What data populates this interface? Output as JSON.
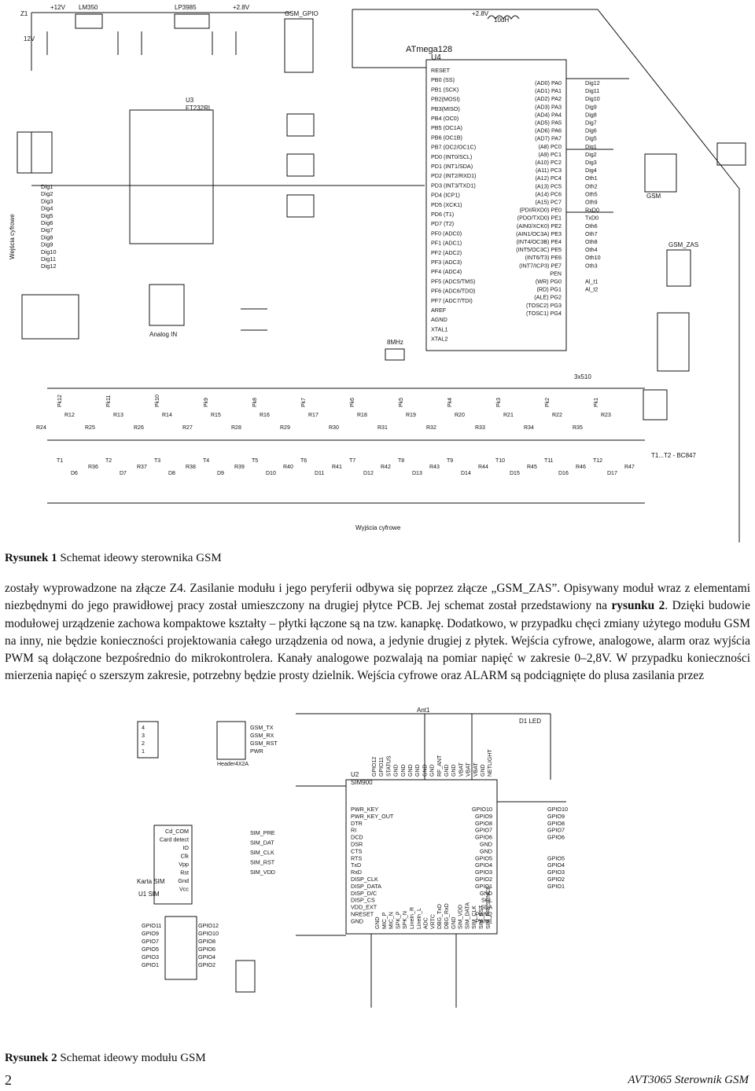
{
  "figure1": {
    "caption_label": "Rysunek 1",
    "caption_text": "Schemat ideowy sterownika GSM",
    "side_label": "Wejścia cyfrowe",
    "bottom_label": "Wyjścia cyfrowe",
    "mcu_name": "ATmega128",
    "mcu_ref": "U4",
    "usb_name": "FT232RL",
    "usb_ref": "U3",
    "reg1": "LM350",
    "reg2": "LP3985",
    "transistor_note": "T1...T2 - BC847",
    "crystal": "8MHz",
    "inductor": "10uH",
    "resarray": "3x510",
    "analog_label": "Analog IN",
    "conn_gsm": "GSM",
    "conn_gsm_zas": "GSM_ZAS",
    "conn_gsm_gpio": "GSM_GPIO",
    "mcu_left_pins": [
      "RESET",
      "PB0 (SS)",
      "PB1 (SCK)",
      "PB2(MOSI)",
      "PB3(MISO)",
      "PB4 (OC0)",
      "PB5 (OC1A)",
      "PB6 (OC1B)",
      "PB7 (OC2/OC1C)",
      "PD0 (INT0/SCL)",
      "PD1 (INT1/SDA)",
      "PD2 (INT2/RXD1)",
      "PD3 (INT3/TXD1)",
      "PD4 (ICP1)",
      "PD5 (XCK1)",
      "PD6 (T1)",
      "PD7 (T2)",
      "PF0 (ADC0)",
      "PF1 (ADC1)",
      "PF2 (ADC2)",
      "PF3 (ADC3)",
      "PF4 (ADC4)",
      "PF5 (ADC5/TMS)",
      "PF6 (ADC6/TDO)",
      "PF7 (ADC7/TDI)",
      "AREF",
      "AGND",
      "XTAL1",
      "XTAL2"
    ],
    "mcu_right_pins": [
      "(AD0) PA0",
      "(AD1) PA1",
      "(AD2) PA2",
      "(AD3) PA3",
      "(AD4) PA4",
      "(AD5) PA5",
      "(AD6) PA6",
      "(AD7) PA7",
      "(A8) PC0",
      "(A9) PC1",
      "(A10) PC2",
      "(A11) PC3",
      "(A12) PC4",
      "(A13) PC5",
      "(A14) PC6",
      "(A15) PC7",
      "(PDI/RXD0) PE0",
      "(PDO/TXD0) PE1",
      "(AIN0/XCK0) PE2",
      "(AIN1/OC3A) PE3",
      "(INT4/OC3B) PE4",
      "(INT5/OC3C) PE5",
      "(INT6/T3) PE6",
      "(INT7/ICP3) PE7",
      "PEN",
      "(WR) PG0",
      "(RD) PG1",
      "(ALE) PG2",
      "(TOSC2) PG3",
      "(TOSC1) PG4"
    ],
    "mcu_right_nets": [
      "Dig12",
      "Dig11",
      "Dig10",
      "Dig9",
      "Dig8",
      "Dig7",
      "Dig6",
      "Dig5",
      "Dig1",
      "Dig2",
      "Dig3",
      "Dig4",
      "Oth1",
      "Oth2",
      "Oth5",
      "Oth9",
      "RxD0",
      "TxD0",
      "Oth6",
      "Oth7",
      "Oth8",
      "Oth4",
      "Oth10",
      "Oth3",
      "",
      "Al_t1",
      "Al_t2",
      "",
      "",
      ""
    ],
    "left_inputs": [
      "Dig1",
      "Dig2",
      "Dig3",
      "Dig4",
      "Dig5",
      "Dig6",
      "Dig7",
      "Dig8",
      "Dig9",
      "Dig10",
      "Dig11",
      "Dig12"
    ],
    "out_keys": [
      "Pk12",
      "Pk11",
      "Pk10",
      "Pk9",
      "Pk8",
      "Pk7",
      "Pk6",
      "Pk5",
      "Pk4",
      "Pk3",
      "Pk2",
      "Pk1"
    ],
    "out_res_top": [
      "R12",
      "R13",
      "R14",
      "R15",
      "R16",
      "R17",
      "R18",
      "R19",
      "R20",
      "R21",
      "R22",
      "R23"
    ],
    "out_res_base": [
      "R24",
      "R25",
      "R26",
      "R27",
      "R28",
      "R29",
      "R30",
      "R31",
      "R32",
      "R33",
      "R34",
      "R35"
    ],
    "out_trans": [
      "T1",
      "T2",
      "T3",
      "T4",
      "T5",
      "T6",
      "T7",
      "T8",
      "T9",
      "T10",
      "T11",
      "T12"
    ],
    "out_leds": [
      "D6",
      "D7",
      "D8",
      "D9",
      "D10",
      "D11",
      "D12",
      "D13",
      "D14",
      "D15",
      "D16",
      "D17"
    ],
    "out_led_res": [
      "R36",
      "R37",
      "R38",
      "R39",
      "R40",
      "R41",
      "R42",
      "R43",
      "R44",
      "R45",
      "R46",
      "R47"
    ]
  },
  "body": {
    "p1_before": "zostały wyprowadzone na złącze Z4. Zasilanie modułu i jego peryferii odbywa się poprzez złącze „GSM_ZAS”. Opisywany moduł wraz z elementami niezbędnymi do jego prawidłowej pracy został umieszczony na drugiej płytce PCB. Jej schemat został przedstawiony na ",
    "p1_bold": "rysunku 2",
    "p1_after": ". Dzięki budowie modułowej urządzenie zachowa kompaktowe kształty – płytki łączone są na tzw. kanapkę. Dodatkowo, w przypadku chęci zmiany użytego modułu GSM na inny, nie będzie konieczności projektowania całego urządzenia od nowa, a jedynie drugiej z płytek. Wejścia cyfrowe, analogowe, alarm oraz wyjścia PWM są dołączone bezpośrednio do mikrokontrolera. Kanały analogowe pozwalają na pomiar napięć w zakresie 0–2,8V. W przypadku konieczności mierzenia napięć o szerszym zakresie, potrzebny będzie prosty dzielnik. Wejścia cyfrowe oraz ALARM są podciągnięte do plusa zasilania przez"
  },
  "figure2": {
    "caption_label": "Rysunek 2",
    "caption_text": "Schemat ideowy modułu GSM",
    "gsm_name": "SIM900",
    "gsm_ref": "U2",
    "sim_label": "Karta SIM",
    "sim_ref": "U1 SIM",
    "header": "Header4X2A",
    "led": "D1 LED",
    "ant": "Ant1",
    "left_pins": [
      "PWR_KEY",
      "PWR_KEY_OUT",
      "DTR",
      "RI",
      "DCD",
      "DSR",
      "CTS",
      "RTS",
      "TxD",
      "RxD",
      "DISP_CLK",
      "DISP_DATA",
      "DISP_D/C",
      "DISP_CS",
      "VDD_EXT",
      "NRESET",
      "GND"
    ],
    "right_pins": [
      "GPIO10",
      "GPIO9",
      "GPIO8",
      "GPIO7",
      "GPIO6",
      "GND",
      "GND",
      "GPIO5",
      "GPIO4",
      "GPIO3",
      "GPIO2",
      "GPIO1",
      "GND",
      "SCL",
      "SDA",
      "PWM2",
      "PWM1"
    ],
    "right_nets": [
      "GPIO10",
      "GPIO9",
      "GPIO8",
      "GPIO7",
      "GPIO6",
      "",
      "",
      "GPIO5",
      "GPIO4",
      "GPIO3",
      "GPIO2",
      "GPIO1",
      "",
      "",
      "",
      "",
      ""
    ],
    "bottom_pins": [
      "GND",
      "MIC_P",
      "MIC_N",
      "SPK_P",
      "SPK_N",
      "LineIn_R",
      "LineIn_L",
      "ADC",
      "VRTC",
      "DBG_TxD",
      "DBG_RxD",
      "GND",
      "SIM_VDD",
      "SIM_DATA",
      "SIM_CLK",
      "SIM_RST",
      "SIM_PRESENCE"
    ],
    "top_pins": [
      "GPIO12",
      "GPIO11",
      "STATUS",
      "GND",
      "GND",
      "GND",
      "GND",
      "GND",
      "GND",
      "RF_ANT",
      "GND",
      "GND",
      "VBAT",
      "VBAT",
      "VBAT",
      "GND",
      "NETLIGHT"
    ],
    "p1_pins": [
      "4",
      "3",
      "2",
      "1"
    ],
    "gsm_conn_nets": [
      "GSM_TX",
      "GSM_RX",
      "GSM_RST",
      "PWR"
    ],
    "sim_pins": [
      "Cd_COM",
      "Card detect",
      "IO",
      "Clk",
      "Vpp",
      "Rst",
      "Gnd",
      "Vcc"
    ],
    "sim_nets": [
      "SIM_PRE",
      "SIM_DAT",
      "SIM_CLK",
      "SIM_RST",
      "SIM_VDD"
    ],
    "p3_left": [
      "GPIO11",
      "GPIO9",
      "GPIO7",
      "GPIO5",
      "GPIO3",
      "GPIO1"
    ],
    "p3_right": [
      "GPIO12",
      "GPIO10",
      "GPIO8",
      "GPIO6",
      "GPIO4",
      "GPIO2"
    ]
  },
  "footer": {
    "page_number": "2",
    "right_text": "AVT3065   Sterownik GSM"
  }
}
